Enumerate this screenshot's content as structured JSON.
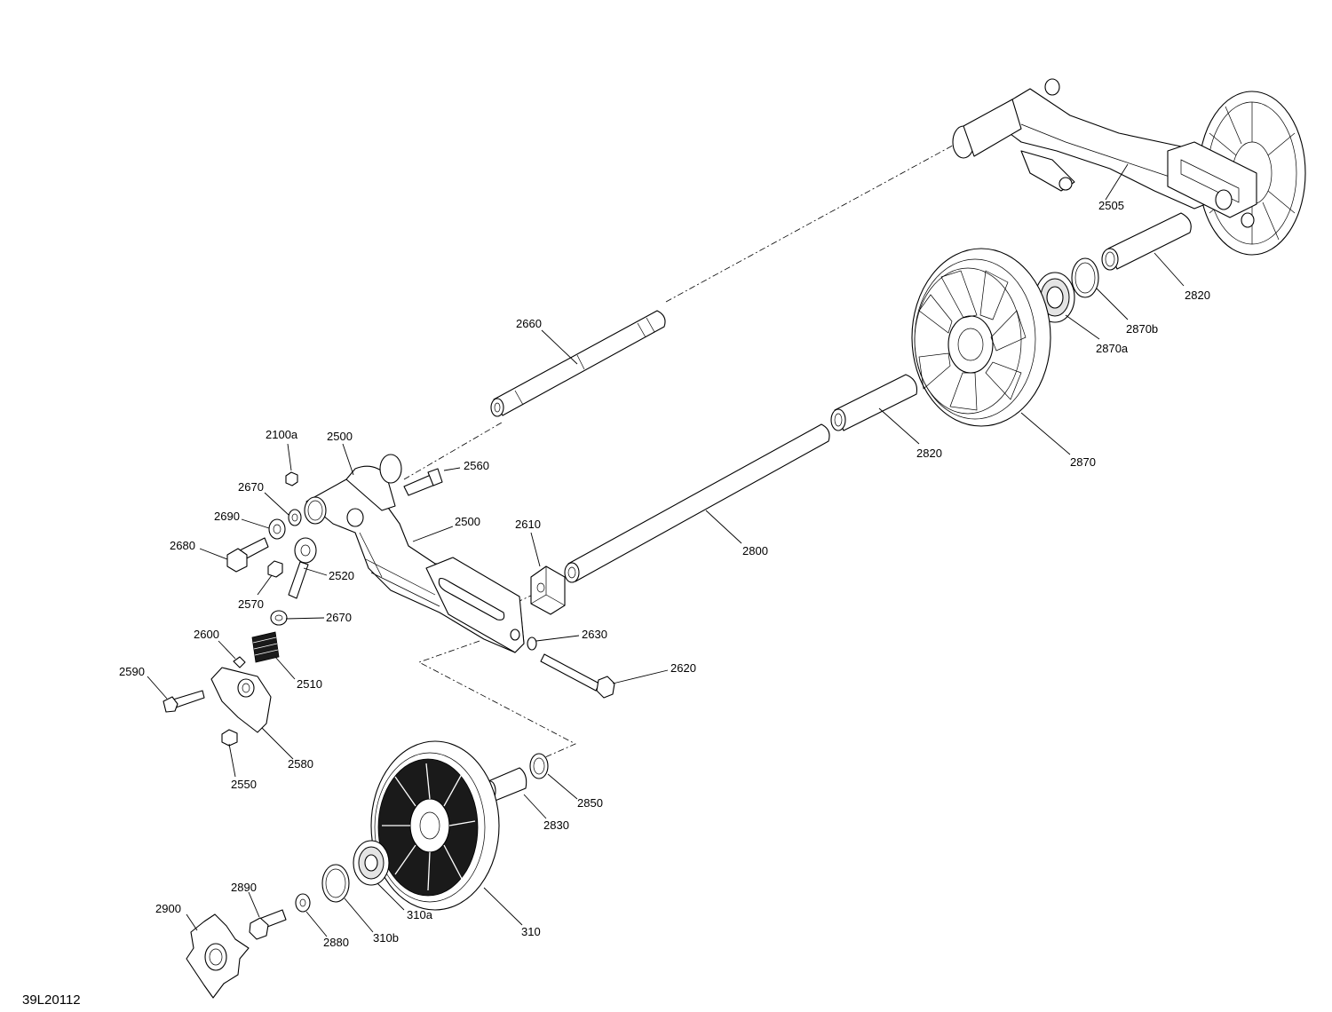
{
  "diagram": {
    "document_id": "39L20112",
    "callouts": [
      "2505",
      "2820",
      "2870b",
      "2870a",
      "2660",
      "2820",
      "2870",
      "2100a",
      "2500",
      "2560",
      "2670",
      "2690",
      "2680",
      "2500",
      "2610",
      "2800",
      "2520",
      "2570",
      "2670",
      "2600",
      "2630",
      "2620",
      "2590",
      "2510",
      "2580",
      "2550",
      "2850",
      "2830",
      "2890",
      "2900",
      "310a",
      "2880",
      "310b",
      "310"
    ]
  }
}
